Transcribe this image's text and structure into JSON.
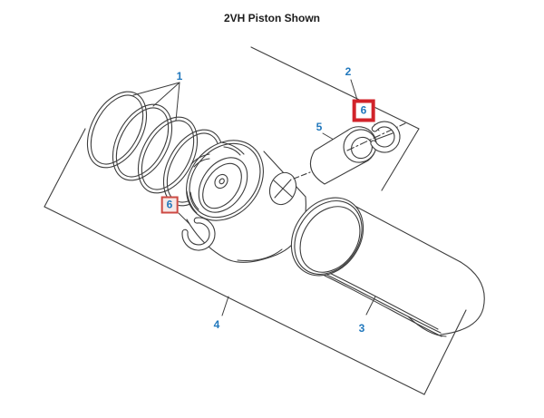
{
  "title": "2VH Piston Shown",
  "callouts": {
    "c1": {
      "label": "1"
    },
    "c2": {
      "label": "2"
    },
    "c3": {
      "label": "3"
    },
    "c4": {
      "label": "4"
    },
    "c5": {
      "label": "5"
    },
    "c6_upper": {
      "label": "6",
      "highlighted": true
    },
    "c6_lower": {
      "label": "6",
      "highlighted": true
    }
  },
  "colors": {
    "background": "#ffffff",
    "line_art": "#3d3d3d",
    "callout_blue": "#2178bd",
    "highlight_red": "#d1232a",
    "highlight_red_soft": "#cd4a43",
    "highlight_fill_soft": "#f7e8e7"
  }
}
